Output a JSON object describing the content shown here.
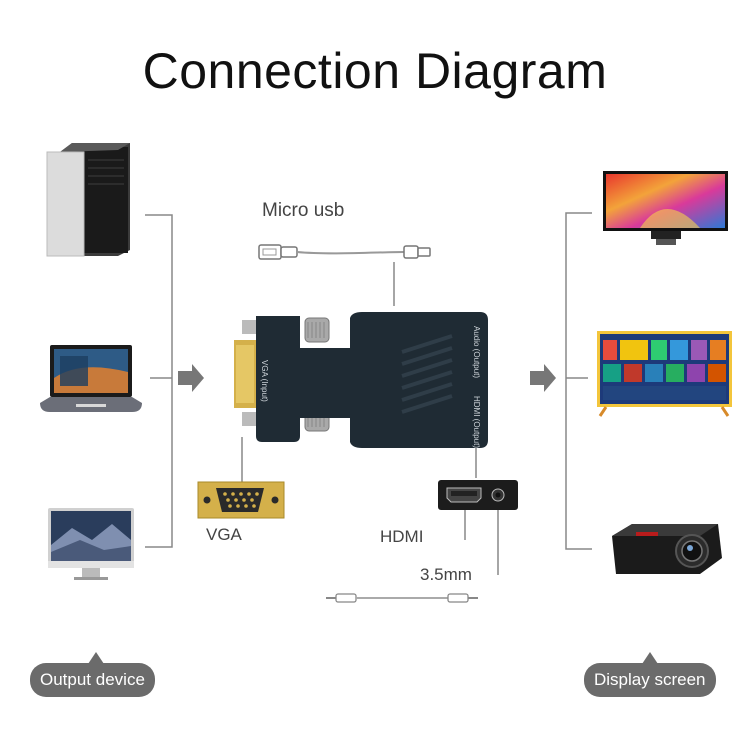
{
  "title": "Connection Diagram",
  "labels": {
    "micro_usb": "Micro usb",
    "vga": "VGA",
    "hdmi": "HDMI",
    "audio_jack": "3.5mm"
  },
  "adapter_markings": {
    "vga": "VGA (Input)",
    "audio": "Audio (Output)",
    "hdmi": "HDMI (Output)"
  },
  "output_devices": [
    "desktop-tower",
    "laptop",
    "all-in-one-computer"
  ],
  "display_devices": [
    "monitor",
    "television",
    "projector"
  ],
  "badges": {
    "left": "Output device",
    "right": "Display screen"
  },
  "colors": {
    "adapter": "#1e2a33",
    "connector_gold": "#d8b64a",
    "line": "#888888",
    "badge": "#6b6b6b"
  }
}
